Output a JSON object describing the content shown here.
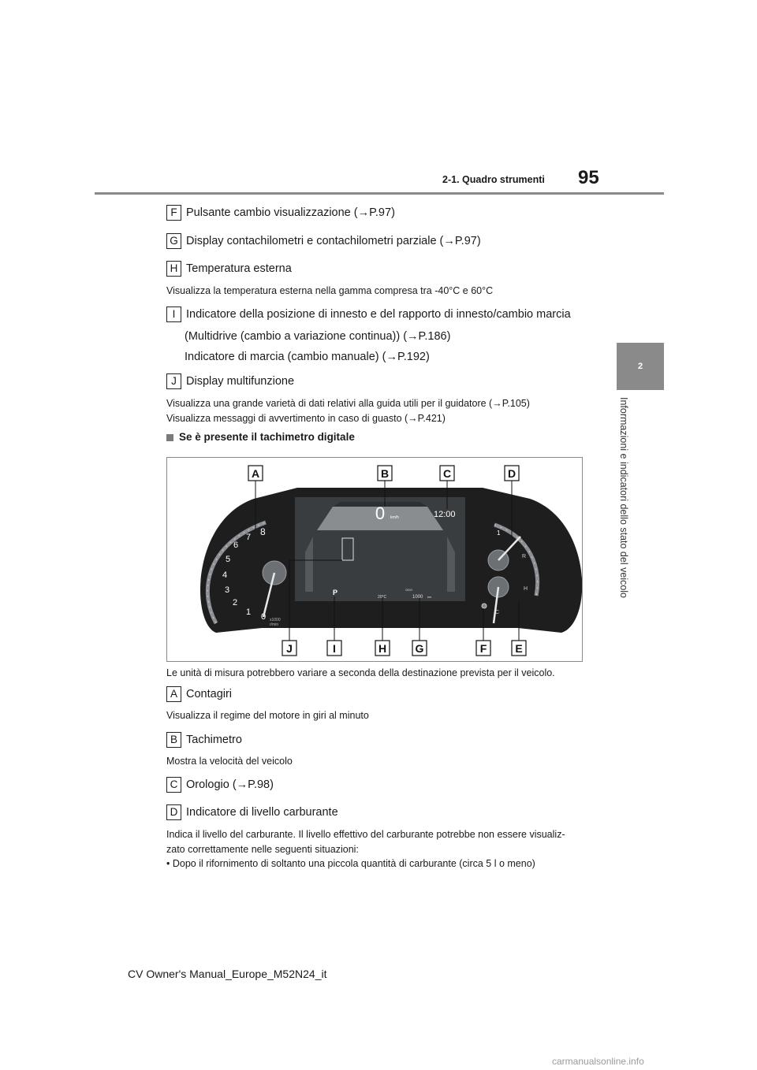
{
  "header": {
    "page_number": "95",
    "section": "2-1. Quadro strumenti"
  },
  "side_tab": {
    "chapter": "2",
    "title": "Informazioni e indicatori dello stato del veicolo"
  },
  "items_top": [
    {
      "letter": "F",
      "text": "Pulsante cambio visualizzazione (→P.97)"
    },
    {
      "letter": "G",
      "text": "Display contachilometri e contachilometri parziale (→P.97)"
    },
    {
      "letter": "H",
      "text": "Temperatura esterna"
    },
    {
      "desc": "Visualizza la temperatura esterna nella gamma compresa tra -40°C e 60°C"
    },
    {
      "letter": "I",
      "text": "Indicatore della posizione di innesto e del rapporto di innesto/cambio marcia"
    },
    {
      "cont1": "(Multidrive (cambio a variazione continua)) (→P.186)",
      "cont2": "Indicatore di marcia (cambio manuale) (→P.192)"
    },
    {
      "letter": "J",
      "text": "Display multifunzione"
    },
    {
      "desc1": "Visualizza una grande varietà di dati relativi alla guida utili per il guidatore (→P.105)",
      "desc2": "Visualizza messaggi di avvertimento in caso di guasto (→P.421)"
    }
  ],
  "subheading": "Se è presente il tachimetro digitale",
  "figure": {
    "callouts_top": [
      "A",
      "B",
      "C",
      "D"
    ],
    "callouts_bottom": [
      "J",
      "I",
      "H",
      "G",
      "F",
      "E"
    ],
    "tach_numbers": [
      "8",
      "7",
      "6",
      "5",
      "4",
      "3",
      "2",
      "1",
      "0"
    ],
    "tach_unit_1": "x1000",
    "tach_unit_2": "r/min",
    "speed_value": "0",
    "speed_unit": "km/h",
    "clock": "12:00",
    "gear": "P",
    "temp": "20°C",
    "odo_label": "ODO",
    "odo_value": "1000",
    "odo_unit": "km",
    "fuel_full": "1",
    "temp_H": "H",
    "temp_C": "C",
    "fuel_R": "R",
    "colors": {
      "cluster": "#1e1e1e",
      "screen": "#3a3d40",
      "accent": "#d0d3d6"
    }
  },
  "caption": "Le unità di misura potrebbero variare a seconda della destinazione prevista per il veicolo.",
  "items_bottom": {
    "A": {
      "letter": "A",
      "text": "Contagiri",
      "desc": "Visualizza il regime del motore in giri al minuto"
    },
    "B": {
      "letter": "B",
      "text": "Tachimetro",
      "desc": "Mostra la velocità del veicolo"
    },
    "C": {
      "letter": "C",
      "text": "Orologio (→P.98)"
    },
    "D": {
      "letter": "D",
      "text": "Indicatore di livello carburante",
      "desc1": "Indica il livello del carburante. Il livello effettivo del carburante potrebbe non essere visualiz-",
      "desc2": "zato correttamente nelle seguenti situazioni:",
      "bullet": "•  Dopo il rifornimento di soltanto una piccola quantità di carburante (circa 5 l o meno)"
    }
  },
  "footer": "CV Owner's Manual_Europe_M52N24_it",
  "watermark": "carmanualsonline.info"
}
